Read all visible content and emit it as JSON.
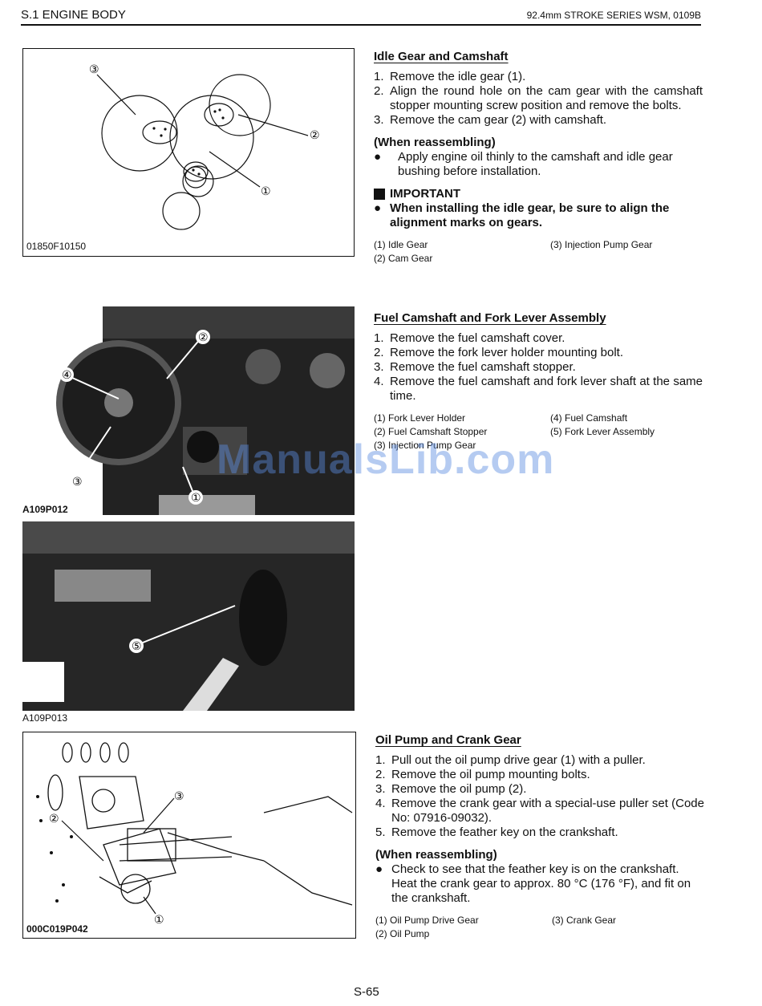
{
  "header": {
    "section": "S.1 ENGINE BODY",
    "series": "92.4mm STROKE SERIES  WSM, 0109B"
  },
  "figures": {
    "fig1": {
      "code": "01850F10150",
      "callouts": [
        "③",
        "②",
        "①"
      ]
    },
    "fig2": {
      "code": "A109P012",
      "callouts": [
        "②",
        "④",
        "③",
        "①"
      ]
    },
    "fig3": {
      "code": "A109P013",
      "callouts": [
        "⑤"
      ]
    },
    "fig4": {
      "code": "000C019P042",
      "callouts": [
        "③",
        "②",
        "①"
      ]
    }
  },
  "sections": {
    "idle_gear": {
      "title": "Idle Gear and Camshaft",
      "steps": [
        "Remove the idle gear (1).",
        "Align the round hole on the cam gear with the camshaft stopper mounting screw position and remove the bolts.",
        "Remove the cam gear (2) with camshaft."
      ],
      "reassembling_title": "(When reassembling)",
      "reassembling_bullet": "Apply engine oil thinly to the camshaft and idle gear bushing before installation.",
      "important_label": "IMPORTANT",
      "important_bullet": "When installing the idle gear, be sure to align the alignment marks on gears.",
      "legend": [
        "(1)  Idle Gear",
        "(3)  Injection Pump Gear",
        "(2)  Cam Gear",
        ""
      ]
    },
    "fuel_camshaft": {
      "title": "Fuel Camshaft and Fork Lever Assembly",
      "steps": [
        "Remove the fuel camshaft cover.",
        "Remove the fork lever holder mounting bolt.",
        "Remove the fuel camshaft stopper.",
        "Remove the fuel camshaft and fork lever shaft at the same time."
      ],
      "legend": [
        "(1)  Fork Lever Holder",
        "(4)  Fuel Camshaft",
        "(2)  Fuel Camshaft Stopper",
        "(5)  Fork Lever Assembly",
        "(3)  Injection Pump Gear",
        ""
      ]
    },
    "oil_pump": {
      "title": "Oil Pump and Crank Gear",
      "steps": [
        "Pull out the oil pump drive gear (1) with a puller.",
        "Remove the oil pump mounting bolts.",
        "Remove the oil pump (2).",
        "Remove the crank gear with a special-use puller set (Code No: 07916-09032).",
        "Remove the feather key on the crankshaft."
      ],
      "reassembling_title": "(When reassembling)",
      "reassembling_bullet_1": "Check to see that the feather key is on the crankshaft.",
      "reassembling_bullet_2": "Heat the crank gear to approx. 80 °C (176 °F), and fit on the crankshaft.",
      "legend": [
        "(1)  Oil Pump Drive Gear",
        "(3)  Crank Gear",
        "(2)  Oil Pump",
        ""
      ]
    }
  },
  "watermark": "ManualsLib.com",
  "page_number": "S-65",
  "icons": {
    "bullet": "bullet-dot-icon",
    "important": "black-square-icon"
  }
}
